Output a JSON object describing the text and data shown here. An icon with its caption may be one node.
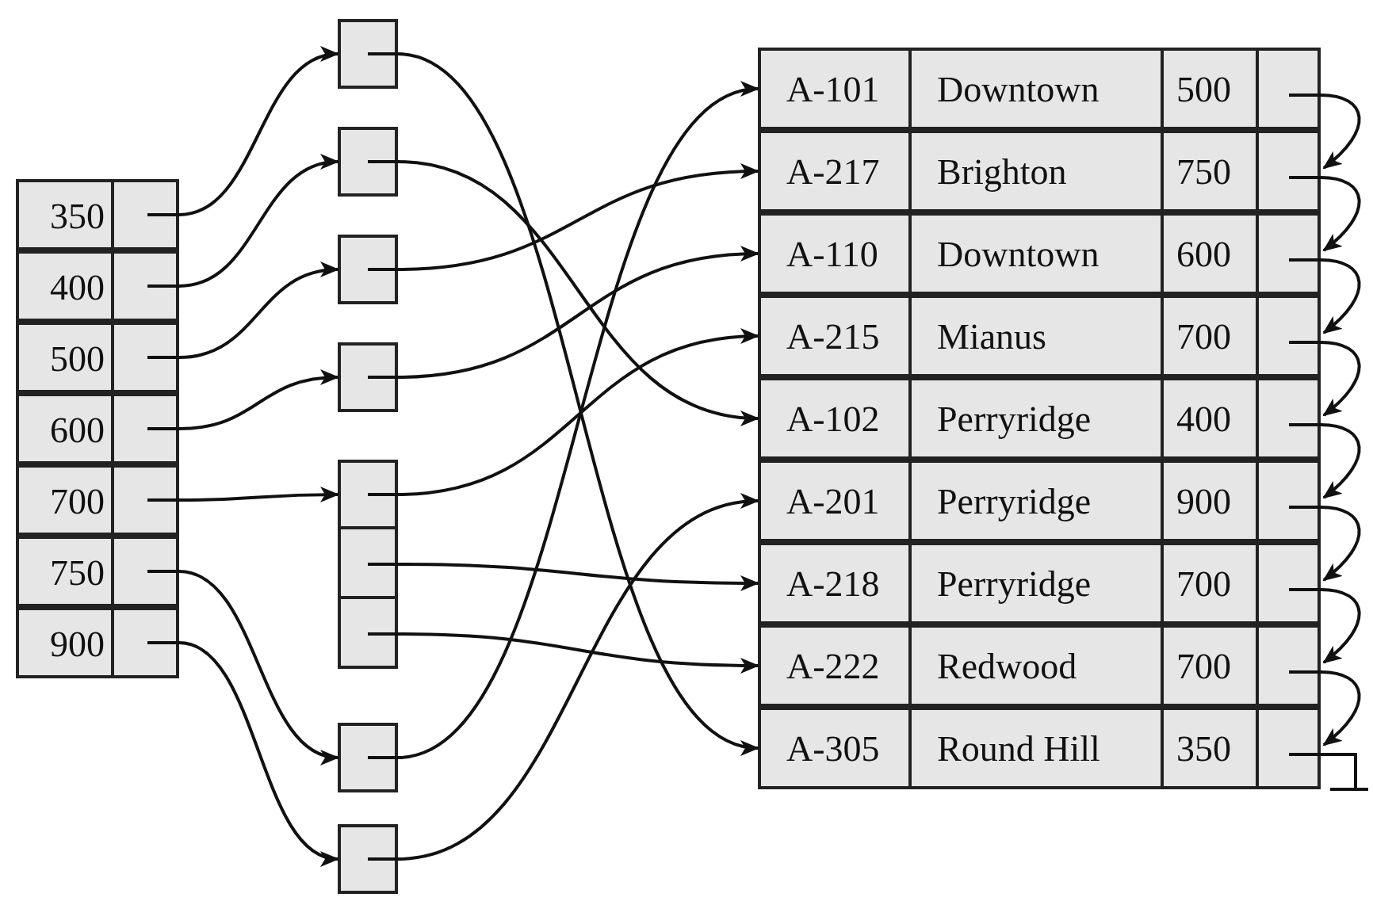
{
  "diagram": {
    "nodes": [
      {
        "text": [
          "350"
        ]
      },
      {
        "text": [
          "400"
        ]
      },
      {
        "text": [
          "500"
        ]
      },
      {
        "text": [
          "600"
        ]
      },
      {
        "text": [
          "700"
        ]
      },
      {
        "text": [
          "750"
        ]
      },
      {
        "text": [
          "900"
        ]
      },
      {
        "text": [],
        "shape": "box"
      },
      {
        "text": [],
        "shape": "box"
      },
      {
        "text": [],
        "shape": "box"
      },
      {
        "text": [],
        "shape": "box"
      },
      {
        "text": [],
        "shape": "box"
      },
      {
        "text": [],
        "shape": "box"
      },
      {
        "text": [],
        "shape": "box"
      },
      {
        "text": [],
        "shape": "box"
      },
      {
        "text": [],
        "shape": "box"
      },
      {
        "text": [
          "A-101",
          "Downtown",
          "500"
        ]
      },
      {
        "text": [
          "A-217",
          "Brighton",
          "750"
        ]
      },
      {
        "text": [
          "A-110",
          "Downtown",
          "600"
        ]
      },
      {
        "text": [
          "A-215",
          "Mianus",
          "700"
        ]
      },
      {
        "text": [
          "A-102",
          "Perryridge",
          "400"
        ]
      },
      {
        "text": [
          "A-201",
          "Perryridge",
          "900"
        ]
      },
      {
        "text": [
          "A-218",
          "Perryridge",
          "700"
        ]
      },
      {
        "text": [
          "A-222",
          "Redwood",
          "700"
        ]
      },
      {
        "text": [
          "A-305",
          "Round Hill",
          "350"
        ]
      }
    ],
    "edges": [
      {
        "from": 0,
        "to": 7,
        "arrow": "to"
      },
      {
        "from": 1,
        "to": 8,
        "arrow": "to"
      },
      {
        "from": 2,
        "to": 9,
        "arrow": "to"
      },
      {
        "from": 3,
        "to": 10,
        "arrow": "to"
      },
      {
        "from": 4,
        "to": 11,
        "arrow": "to"
      },
      {
        "from": 5,
        "to": 14,
        "arrow": "to"
      },
      {
        "from": 6,
        "to": 15,
        "arrow": "to"
      },
      {
        "from": 7,
        "to": 24,
        "arrow": "to"
      },
      {
        "from": 8,
        "to": 20,
        "arrow": "to"
      },
      {
        "from": 9,
        "to": 17,
        "arrow": "to"
      },
      {
        "from": 10,
        "to": 18,
        "arrow": "to"
      },
      {
        "from": 11,
        "to": 19,
        "arrow": "to"
      },
      {
        "from": 12,
        "to": 22,
        "arrow": "to"
      },
      {
        "from": 13,
        "to": 23,
        "arrow": "to"
      },
      {
        "from": 14,
        "to": 16,
        "arrow": "to"
      },
      {
        "from": 15,
        "to": 21,
        "arrow": "to"
      },
      {
        "from": 16,
        "to": 17,
        "arrow": "to"
      },
      {
        "from": 17,
        "to": 18,
        "arrow": "to"
      },
      {
        "from": 18,
        "to": 19,
        "arrow": "to"
      },
      {
        "from": 19,
        "to": 20,
        "arrow": "to"
      },
      {
        "from": 20,
        "to": 21,
        "arrow": "to"
      },
      {
        "from": 21,
        "to": 22,
        "arrow": "to"
      },
      {
        "from": 22,
        "to": 23,
        "arrow": "to"
      },
      {
        "from": 23,
        "to": 24,
        "arrow": "to"
      }
    ]
  }
}
